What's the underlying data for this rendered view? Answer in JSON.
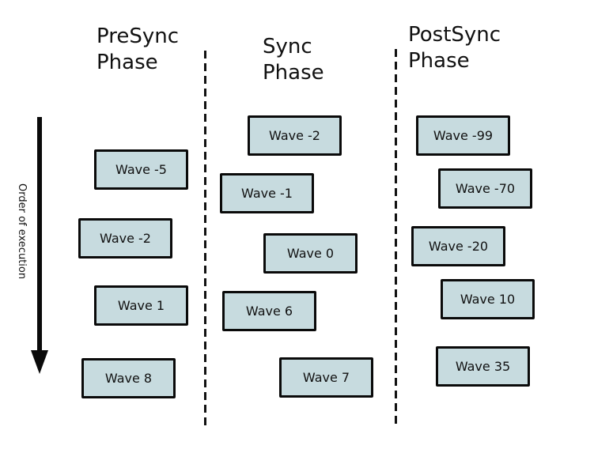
{
  "diagram": {
    "background": "#ffffff",
    "order_arrow": {
      "label": "Order of execution",
      "color": "#0a0a0a"
    },
    "box_style": {
      "fill": "#c7dbdf",
      "border": "#0a0a0a"
    },
    "separator_color": "#111111",
    "phases": [
      {
        "id": "presync",
        "title": "PreSync\nPhase",
        "waves": [
          "Wave -5",
          "Wave -2",
          "Wave 1",
          "Wave 8"
        ]
      },
      {
        "id": "sync",
        "title": "Sync\nPhase",
        "waves": [
          "Wave -2",
          "Wave -1",
          "Wave 0",
          "Wave 6",
          "Wave 7"
        ]
      },
      {
        "id": "postsync",
        "title": "PostSync\nPhase",
        "waves": [
          "Wave -99",
          "Wave -70",
          "Wave -20",
          "Wave 10",
          "Wave 35"
        ]
      }
    ]
  }
}
